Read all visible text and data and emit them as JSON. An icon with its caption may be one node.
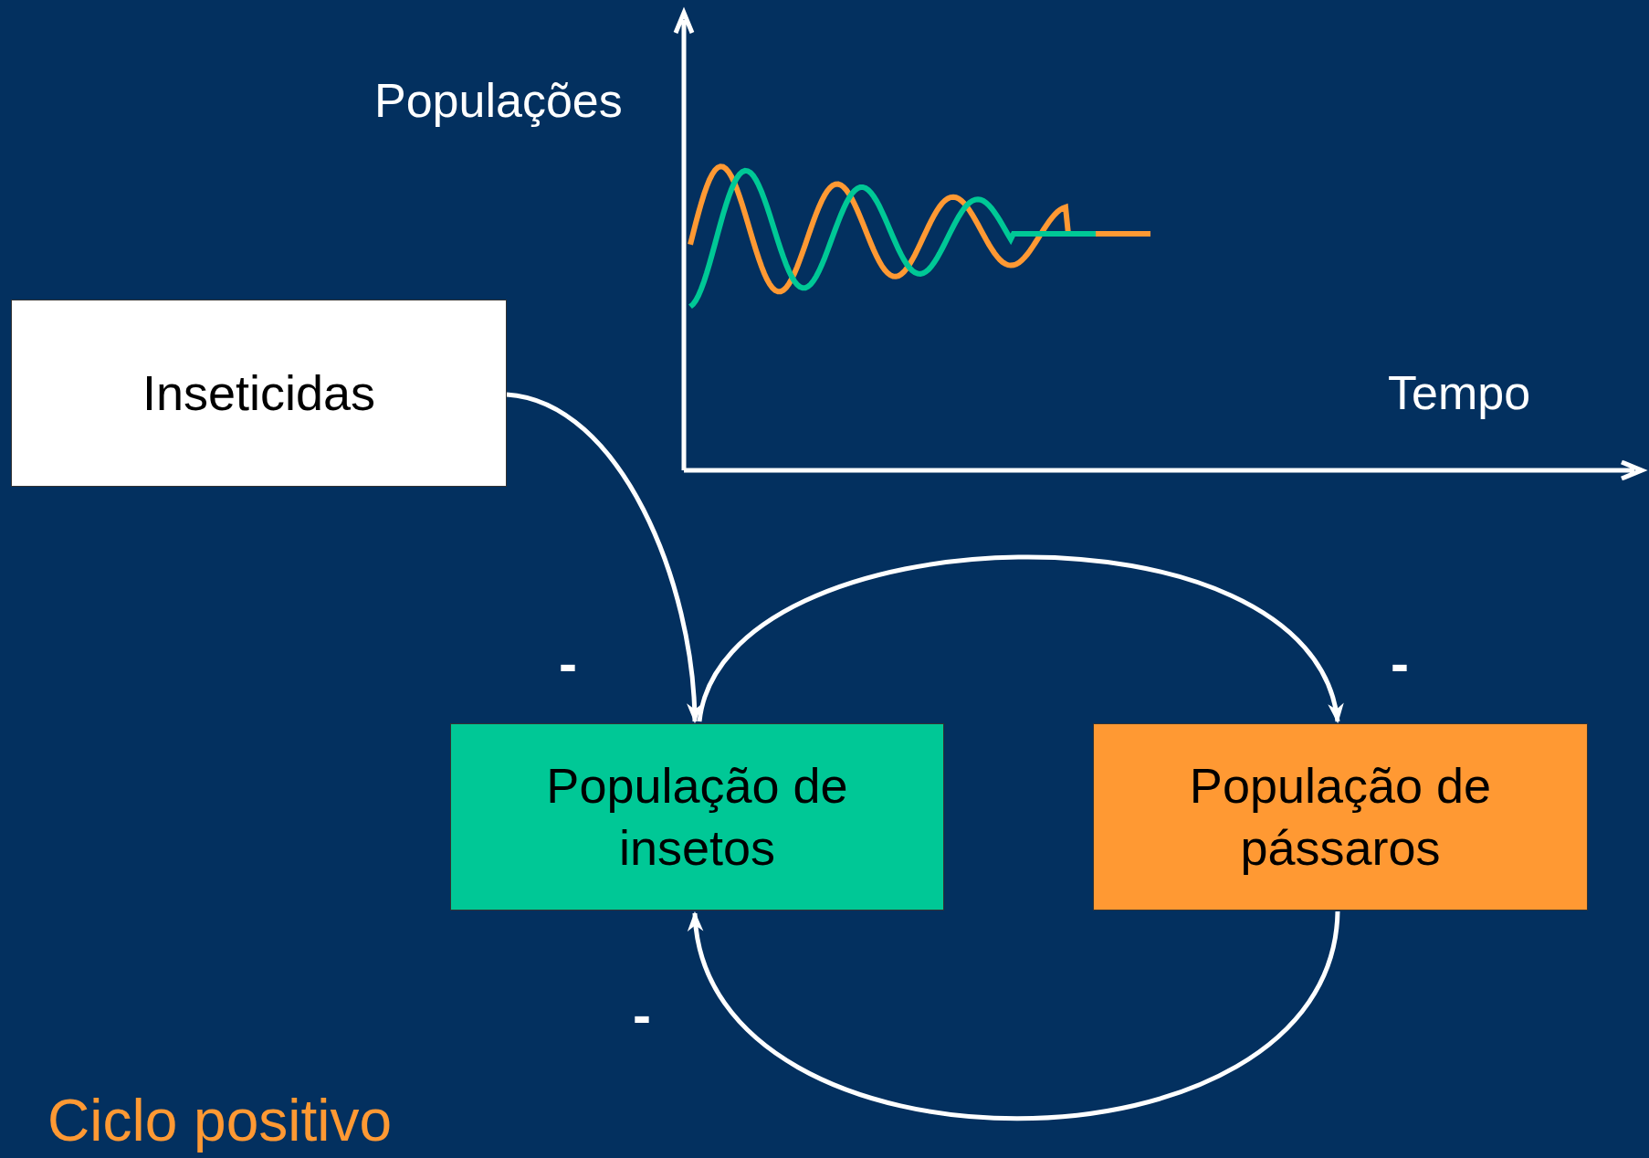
{
  "diagram": {
    "nodes": [
      {
        "text": [
          "Inseticidas"
        ]
      },
      {
        "text": [
          "População de insetos"
        ]
      },
      {
        "text": [
          "População de pássaros"
        ]
      }
    ],
    "edges": [
      {
        "from": 0,
        "to": 1,
        "arrow": "to",
        "label": "-"
      },
      {
        "from": 1,
        "to": 2,
        "arrow": "to",
        "label": "-"
      },
      {
        "from": 2,
        "to": 1,
        "arrow": "to",
        "label": "-"
      }
    ],
    "labels": [
      "Populações",
      "Tempo",
      "Ciclo positivo"
    ]
  }
}
